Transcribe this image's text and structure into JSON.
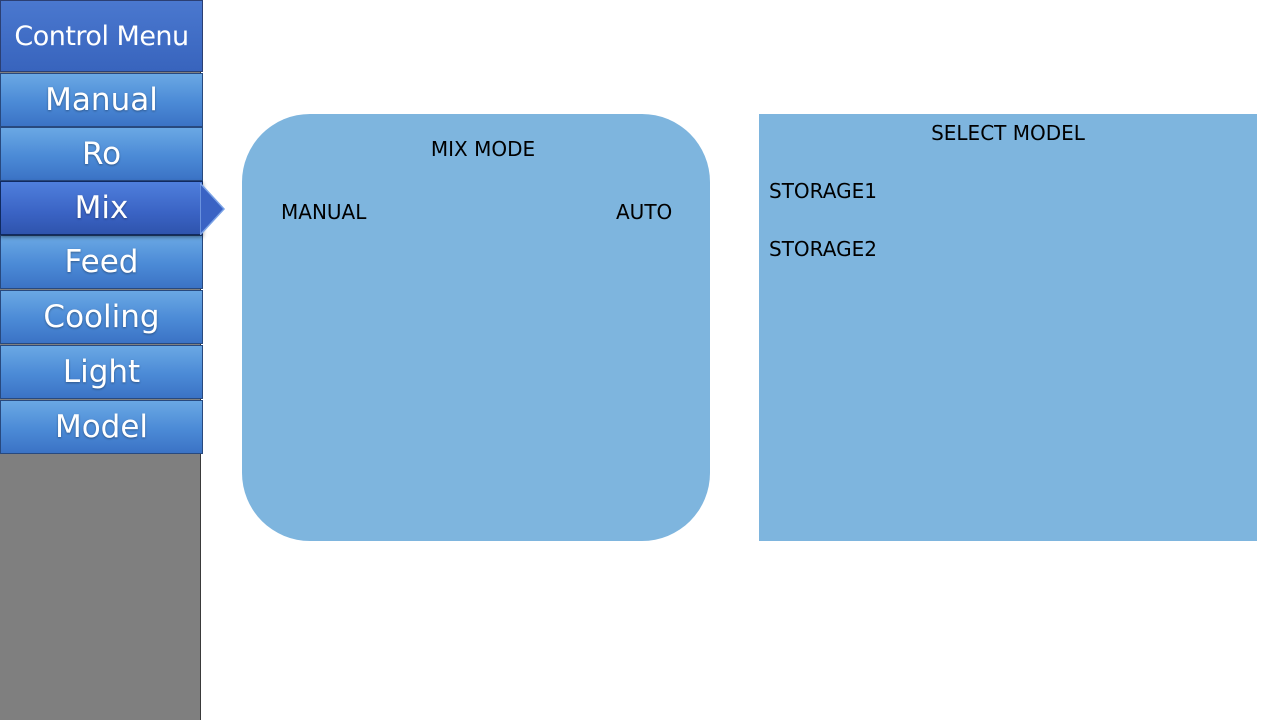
{
  "sidebar": {
    "title": "Control Menu",
    "items": [
      {
        "label": "Manual"
      },
      {
        "label": "Ro"
      },
      {
        "label": "Mix"
      },
      {
        "label": "Feed"
      },
      {
        "label": "Cooling"
      },
      {
        "label": "Light"
      },
      {
        "label": "Model"
      }
    ],
    "active": "Mix"
  },
  "mix_panel": {
    "title": "MIX MODE",
    "option_manual": "MANUAL",
    "option_auto": "AUTO"
  },
  "model_panel": {
    "title": "SELECT MODEL",
    "options": [
      "STORAGE1",
      "STORAGE2"
    ]
  },
  "colors": {
    "panel": "#7eb5de",
    "sidebar": "#7f7f7f",
    "menu_item": "#4b8ad6",
    "menu_active": "#3a63c4"
  }
}
